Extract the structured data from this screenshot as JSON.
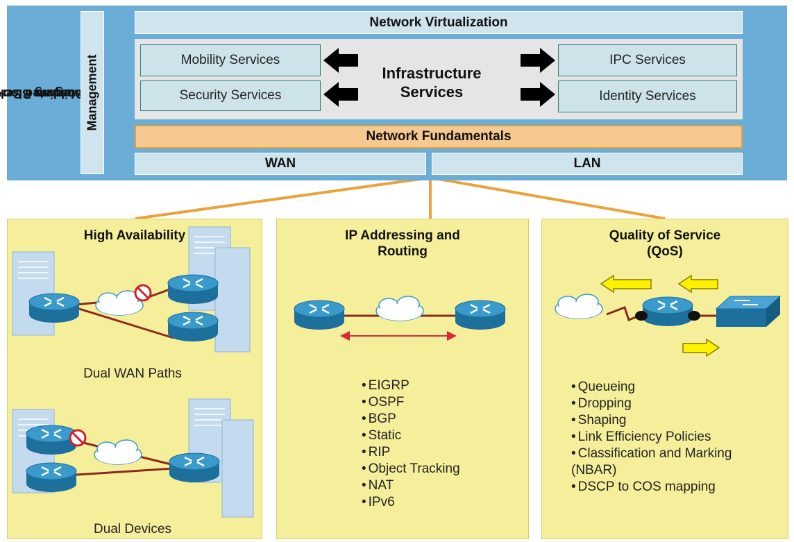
{
  "header": {
    "side_title_line1": "Integrated Services",
    "side_title_line2": "Building Block",
    "side_title_line3": "Layers",
    "management": "Management",
    "network_virtualization": "Network Virtualization",
    "infrastructure_line1": "Infrastructure",
    "infrastructure_line2": "Services",
    "services": {
      "mobility": "Mobility Services",
      "security": "Security Services",
      "ipc": "IPC Services",
      "identity": "Identity Services"
    },
    "network_fundamentals": "Network Fundamentals",
    "wan": "WAN",
    "lan": "LAN"
  },
  "panels": {
    "high_availability": {
      "title": "High Availability",
      "caption1": "Dual WAN Paths",
      "caption2": "Dual Devices"
    },
    "ip_routing": {
      "title_line1": "IP Addressing and",
      "title_line2": "Routing",
      "items": [
        "EIGRP",
        "OSPF",
        "BGP",
        "Static",
        "RIP",
        "Object Tracking",
        "NAT",
        "IPv6"
      ]
    },
    "qos": {
      "title_line1": "Quality of Service",
      "title_line2": "(QoS)",
      "items": [
        "Queueing",
        "Dropping",
        "Shaping",
        "Link Efficiency Policies",
        "Classification and Marking",
        "(NBAR)",
        "DSCP to COS mapping"
      ]
    }
  },
  "colors": {
    "banner": "#6aaed8",
    "bar": "#cfe4ec",
    "fundamentals": "#f5c98f",
    "panel": "#f5ee9b",
    "connector": "#e8a43c",
    "link": "#8b2a1e",
    "router": "#1f7fae"
  },
  "icons": [
    "router-icon",
    "cloud-icon",
    "building-icon",
    "switch-icon",
    "no-entry-icon",
    "arrow-icon"
  ]
}
